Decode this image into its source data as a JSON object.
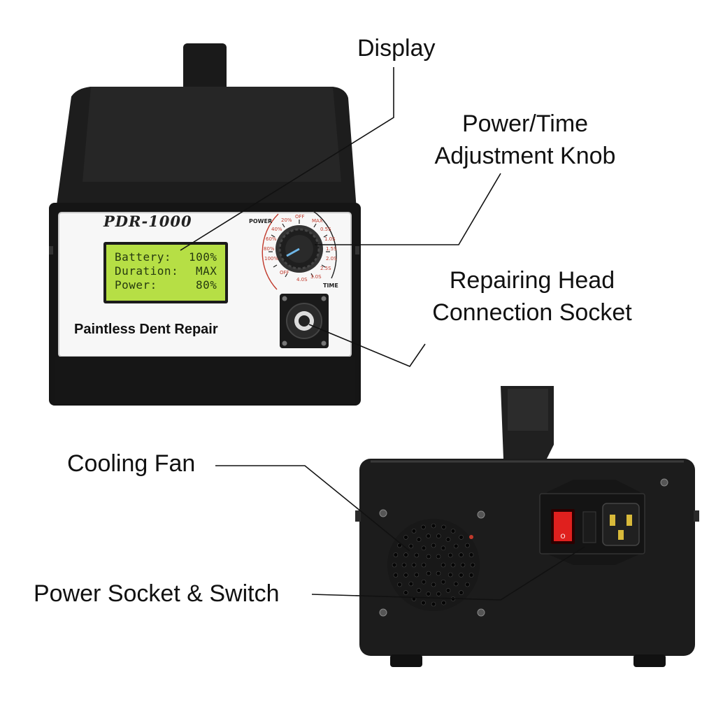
{
  "callouts": {
    "display": "Display",
    "knob_line1": "Power/Time",
    "knob_line2": "Adjustment Knob",
    "socket_line1": "Repairing Head",
    "socket_line2": "Connection Socket",
    "fan": "Cooling Fan",
    "power": "Power Socket & Switch"
  },
  "device": {
    "model": "PDR-1000",
    "brand": "Paintless Dent Repair",
    "lcd": {
      "row1_label": "Battery:",
      "row1_value": "100%",
      "row2_label": "Duration:",
      "row2_value": "MAX",
      "row3_label": "Power:",
      "row3_value": "80%"
    },
    "dial": {
      "power_label": "POWER",
      "time_label": "TIME",
      "left_scale": [
        "OFF",
        "20%",
        "40%",
        "60%",
        "80%",
        "100%",
        "OFF"
      ],
      "right_scale": [
        "MAX",
        "0.5S",
        "1.0S",
        "1.5S",
        "2.0S",
        "2.5S",
        "3.0S",
        "4.0S"
      ]
    }
  },
  "colors": {
    "lcd_green": "#b6df45",
    "body_black": "#1c1c1c",
    "switch_red": "#e0201e"
  }
}
